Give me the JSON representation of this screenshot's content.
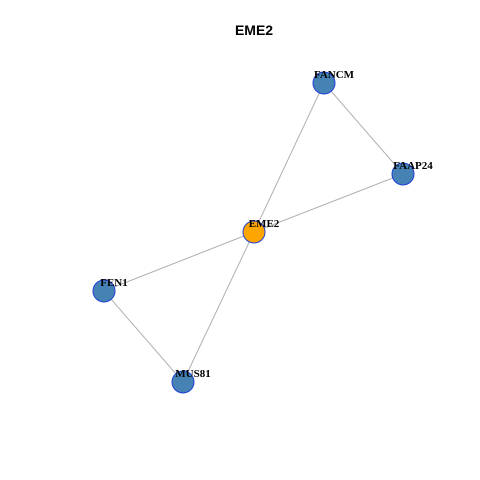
{
  "title": "EME2",
  "colors": {
    "center_node": "#ffa500",
    "node": "#4682b4",
    "node_border": "#1f3fd6",
    "edge": "#b0b0b0"
  },
  "nodes": [
    {
      "id": "FANCM",
      "label": "FANCM",
      "role": "neighbor"
    },
    {
      "id": "FAAP24",
      "label": "FAAP24",
      "role": "neighbor"
    },
    {
      "id": "EME2",
      "label": "EME2",
      "role": "center"
    },
    {
      "id": "FEN1",
      "label": "FEN1",
      "role": "neighbor"
    },
    {
      "id": "MUS81",
      "label": "MUS81",
      "role": "neighbor"
    }
  ],
  "edges": [
    {
      "source": "FANCM",
      "target": "EME2"
    },
    {
      "source": "FANCM",
      "target": "FAAP24"
    },
    {
      "source": "FAAP24",
      "target": "EME2"
    },
    {
      "source": "EME2",
      "target": "FEN1"
    },
    {
      "source": "EME2",
      "target": "MUS81"
    },
    {
      "source": "FEN1",
      "target": "MUS81"
    }
  ]
}
